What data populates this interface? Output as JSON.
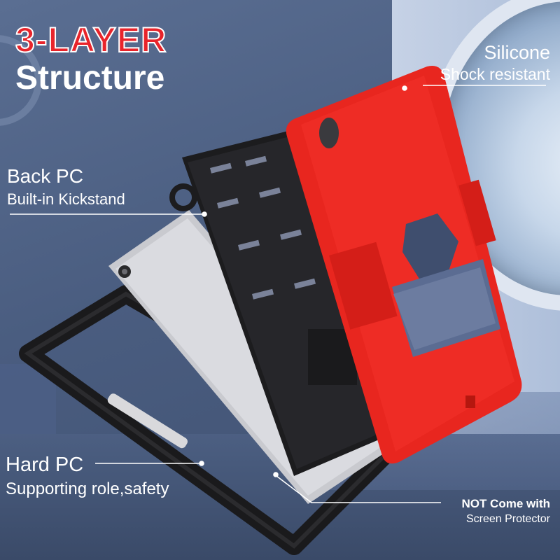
{
  "headline": {
    "line1": "3-LAYER",
    "line2": "Structure"
  },
  "callouts": {
    "silicone": {
      "title": "Silicone",
      "subtitle": "Shock resistant"
    },
    "back_pc": {
      "title": "Back PC",
      "subtitle": "Built-in Kickstand"
    },
    "hard_pc": {
      "title": "Hard PC",
      "subtitle": "Supporting role,safety"
    },
    "screen": {
      "title": "NOT Come with",
      "subtitle": "Screen Protector"
    }
  },
  "colors": {
    "accent_red": "#e8242b",
    "case_red": "#e8261f",
    "case_black": "#1c1c1e",
    "text_white": "#ffffff"
  }
}
